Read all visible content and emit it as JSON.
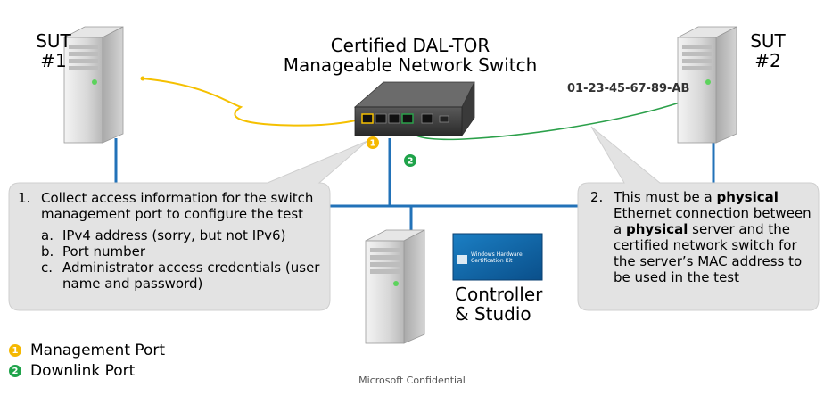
{
  "title": {
    "line1": "Certified DAL-TOR",
    "line2": "Manageable Network Switch"
  },
  "sut1": {
    "line1": "SUT",
    "line2": "#1"
  },
  "sut2": {
    "line1": "SUT",
    "line2": "#2"
  },
  "mac_address": "01-23-45-67-89-AB",
  "controller": {
    "line1": "Controller",
    "line2": "& Studio"
  },
  "whck_screen": "Windows Hardware Certification Kit",
  "callout1": {
    "num": "1.",
    "line1": "Collect access information for the switch",
    "line2": "management port to configure the test",
    "items": [
      {
        "mark": "a.",
        "line1": "IPv4 address (sorry, but not IPv6)",
        "line2": ""
      },
      {
        "mark": "b.",
        "line1": "Port number",
        "line2": ""
      },
      {
        "mark": "c.",
        "line1": "Administrator access credentials (user",
        "line2": "name and password)"
      }
    ]
  },
  "callout2": {
    "num": "2.",
    "l1_pre": "This must be a ",
    "l1_bold": "physical",
    "l2": "Ethernet connection between",
    "l3_pre": "a ",
    "l3_bold": "physical",
    "l3_post": " server and the",
    "l4": "certified network switch for",
    "l5": "the server’s MAC address to",
    "l6": "be used in the test"
  },
  "legend": [
    {
      "badge": "1",
      "label": "Management Port",
      "color": "#F5B800"
    },
    {
      "badge": "2",
      "label": "Downlink Port",
      "color": "#1FA34A"
    }
  ],
  "footer": "Microsoft Confidential",
  "colors": {
    "network_line": "#2272B8",
    "management_cable": "#F5C000",
    "downlink_cable": "#2BA04A",
    "callout_fill": "#E3E3E3"
  }
}
